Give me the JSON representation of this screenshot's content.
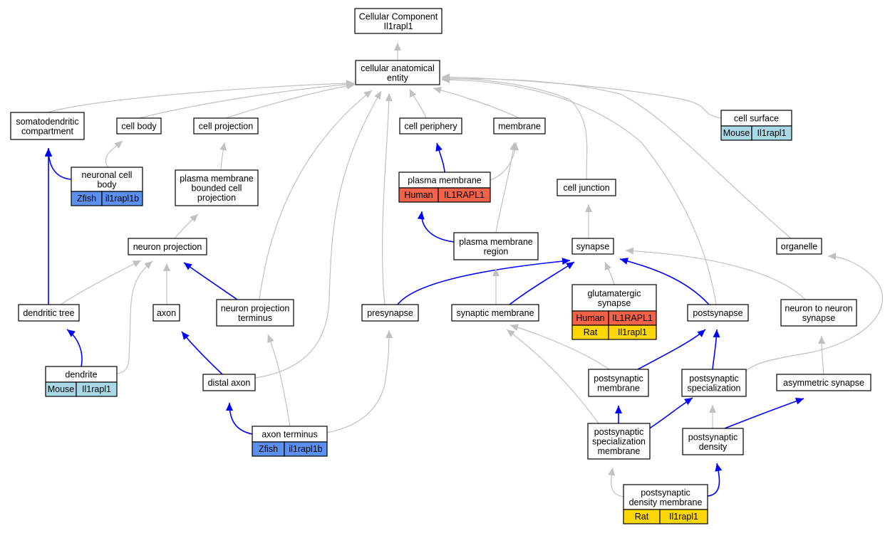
{
  "colors": {
    "edge_gray": "#c0c0c0",
    "edge_blue": "#0000ff",
    "human": "#f4624a",
    "mouse": "#a9d8e6",
    "zfish": "#5b8ff0",
    "rat": "#ffd700"
  },
  "nodes": {
    "cellular_component": {
      "lines": [
        "Cellular Component",
        "Il1rapl1"
      ]
    },
    "cellular_anatomical_entity": {
      "lines": [
        "cellular anatomical",
        "entity"
      ]
    },
    "somatodendritic_compartment": {
      "lines": [
        "somatodendritic",
        "compartment"
      ]
    },
    "cell_body": {
      "lines": [
        "cell body"
      ]
    },
    "cell_projection": {
      "lines": [
        "cell projection"
      ]
    },
    "cell_periphery": {
      "lines": [
        "cell periphery"
      ]
    },
    "membrane": {
      "lines": [
        "membrane"
      ]
    },
    "cell_surface": {
      "lines": [
        "cell surface"
      ],
      "annotations": [
        {
          "species": "Mouse",
          "gene": "Il1rapl1"
        }
      ]
    },
    "neuronal_cell_body": {
      "lines": [
        "neuronal cell",
        "body"
      ],
      "annotations": [
        {
          "species": "Zfish",
          "gene": "il1rapl1b"
        }
      ]
    },
    "plasma_membrane_bounded_cell_projection": {
      "lines": [
        "plasma membrane",
        "bounded cell",
        "projection"
      ]
    },
    "plasma_membrane": {
      "lines": [
        "plasma membrane"
      ],
      "annotations": [
        {
          "species": "Human",
          "gene": "IL1RAPL1"
        }
      ]
    },
    "cell_junction": {
      "lines": [
        "cell junction"
      ]
    },
    "neuron_projection": {
      "lines": [
        "neuron projection"
      ]
    },
    "plasma_membrane_region": {
      "lines": [
        "plasma membrane",
        "region"
      ]
    },
    "synapse": {
      "lines": [
        "synapse"
      ]
    },
    "organelle": {
      "lines": [
        "organelle"
      ]
    },
    "glutamatergic_synapse": {
      "lines": [
        "glutamatergic",
        "synapse"
      ],
      "annotations": [
        {
          "species": "Human",
          "gene": "IL1RAPL1"
        },
        {
          "species": "Rat",
          "gene": "Il1rapl1"
        }
      ]
    },
    "dendritic_tree": {
      "lines": [
        "dendritic tree"
      ]
    },
    "axon": {
      "lines": [
        "axon"
      ]
    },
    "neuron_projection_terminus": {
      "lines": [
        "neuron projection",
        "terminus"
      ]
    },
    "presynapse": {
      "lines": [
        "presynapse"
      ]
    },
    "synaptic_membrane": {
      "lines": [
        "synaptic membrane"
      ]
    },
    "postsynapse": {
      "lines": [
        "postsynapse"
      ]
    },
    "neuron_to_neuron_synapse": {
      "lines": [
        "neuron to neuron",
        "synapse"
      ]
    },
    "dendrite": {
      "lines": [
        "dendrite"
      ],
      "annotations": [
        {
          "species": "Mouse",
          "gene": "Il1rapl1"
        }
      ]
    },
    "distal_axon": {
      "lines": [
        "distal axon"
      ]
    },
    "postsynaptic_membrane": {
      "lines": [
        "postsynaptic",
        "membrane"
      ]
    },
    "postsynaptic_specialization": {
      "lines": [
        "postsynaptic",
        "specialization"
      ]
    },
    "asymmetric_synapse": {
      "lines": [
        "asymmetric synapse"
      ]
    },
    "axon_terminus": {
      "lines": [
        "axon terminus"
      ],
      "annotations": [
        {
          "species": "Zfish",
          "gene": "il1rapl1b"
        }
      ]
    },
    "postsynaptic_specialization_membrane": {
      "lines": [
        "postsynaptic",
        "specialization",
        "membrane"
      ]
    },
    "postsynaptic_density": {
      "lines": [
        "postsynaptic",
        "density"
      ]
    },
    "postsynaptic_density_membrane": {
      "lines": [
        "postsynaptic",
        "density membrane"
      ],
      "annotations": [
        {
          "species": "Rat",
          "gene": "Il1rapl1"
        }
      ]
    }
  },
  "edges": [
    {
      "from": "cellular_anatomical_entity",
      "to": "cellular_component",
      "type": "is_a"
    },
    {
      "from": "somatodendritic_compartment",
      "to": "cellular_anatomical_entity",
      "type": "is_a"
    },
    {
      "from": "cell_body",
      "to": "cellular_anatomical_entity",
      "type": "is_a"
    },
    {
      "from": "cell_projection",
      "to": "cellular_anatomical_entity",
      "type": "is_a"
    },
    {
      "from": "cell_periphery",
      "to": "cellular_anatomical_entity",
      "type": "is_a"
    },
    {
      "from": "membrane",
      "to": "cellular_anatomical_entity",
      "type": "is_a"
    },
    {
      "from": "cell_surface",
      "to": "cellular_anatomical_entity",
      "type": "is_a"
    },
    {
      "from": "neuronal_cell_body",
      "to": "cell_body",
      "type": "is_a"
    },
    {
      "from": "neuronal_cell_body",
      "to": "somatodendritic_compartment",
      "type": "part_of"
    },
    {
      "from": "plasma_membrane_bounded_cell_projection",
      "to": "cell_projection",
      "type": "is_a"
    },
    {
      "from": "plasma_membrane",
      "to": "cell_periphery",
      "type": "part_of"
    },
    {
      "from": "plasma_membrane",
      "to": "membrane",
      "type": "is_a"
    },
    {
      "from": "cell_junction",
      "to": "cellular_anatomical_entity",
      "type": "is_a"
    },
    {
      "from": "neuron_projection",
      "to": "plasma_membrane_bounded_cell_projection",
      "type": "is_a"
    },
    {
      "from": "plasma_membrane_region",
      "to": "plasma_membrane",
      "type": "part_of"
    },
    {
      "from": "plasma_membrane_region",
      "to": "membrane",
      "type": "is_a"
    },
    {
      "from": "synapse",
      "to": "cell_junction",
      "type": "is_a"
    },
    {
      "from": "organelle",
      "to": "cellular_anatomical_entity",
      "type": "is_a"
    },
    {
      "from": "glutamatergic_synapse",
      "to": "synapse",
      "type": "is_a"
    },
    {
      "from": "dendritic_tree",
      "to": "neuron_projection",
      "type": "is_a"
    },
    {
      "from": "dendritic_tree",
      "to": "somatodendritic_compartment",
      "type": "part_of"
    },
    {
      "from": "axon",
      "to": "neuron_projection",
      "type": "is_a"
    },
    {
      "from": "neuron_projection_terminus",
      "to": "neuron_projection",
      "type": "part_of"
    },
    {
      "from": "neuron_projection_terminus",
      "to": "cellular_anatomical_entity",
      "type": "is_a"
    },
    {
      "from": "presynapse",
      "to": "synapse",
      "type": "part_of"
    },
    {
      "from": "presynapse",
      "to": "cellular_anatomical_entity",
      "type": "is_a"
    },
    {
      "from": "synaptic_membrane",
      "to": "synapse",
      "type": "part_of"
    },
    {
      "from": "synaptic_membrane",
      "to": "plasma_membrane_region",
      "type": "is_a"
    },
    {
      "from": "postsynapse",
      "to": "synapse",
      "type": "part_of"
    },
    {
      "from": "postsynapse",
      "to": "cellular_anatomical_entity",
      "type": "is_a"
    },
    {
      "from": "neuron_to_neuron_synapse",
      "to": "synapse",
      "type": "is_a"
    },
    {
      "from": "dendrite",
      "to": "dendritic_tree",
      "type": "part_of"
    },
    {
      "from": "dendrite",
      "to": "neuron_projection",
      "type": "is_a"
    },
    {
      "from": "distal_axon",
      "to": "axon",
      "type": "part_of"
    },
    {
      "from": "distal_axon",
      "to": "cellular_anatomical_entity",
      "type": "is_a"
    },
    {
      "from": "postsynaptic_membrane",
      "to": "postsynapse",
      "type": "part_of"
    },
    {
      "from": "postsynaptic_membrane",
      "to": "synaptic_membrane",
      "type": "is_a"
    },
    {
      "from": "postsynaptic_specialization",
      "to": "postsynapse",
      "type": "part_of"
    },
    {
      "from": "postsynaptic_specialization",
      "to": "organelle",
      "type": "is_a"
    },
    {
      "from": "asymmetric_synapse",
      "to": "neuron_to_neuron_synapse",
      "type": "is_a"
    },
    {
      "from": "axon_terminus",
      "to": "distal_axon",
      "type": "part_of"
    },
    {
      "from": "axon_terminus",
      "to": "neuron_projection_terminus",
      "type": "is_a"
    },
    {
      "from": "axon_terminus",
      "to": "presynapse",
      "type": "is_a"
    },
    {
      "from": "postsynaptic_specialization_membrane",
      "to": "postsynaptic_membrane",
      "type": "part_of"
    },
    {
      "from": "postsynaptic_specialization_membrane",
      "to": "postsynaptic_specialization",
      "type": "part_of"
    },
    {
      "from": "postsynaptic_specialization_membrane",
      "to": "synaptic_membrane",
      "type": "is_a"
    },
    {
      "from": "postsynaptic_density",
      "to": "postsynaptic_specialization",
      "type": "is_a"
    },
    {
      "from": "postsynaptic_density",
      "to": "asymmetric_synapse",
      "type": "part_of"
    },
    {
      "from": "postsynaptic_density_membrane",
      "to": "postsynaptic_specialization_membrane",
      "type": "is_a"
    },
    {
      "from": "postsynaptic_density_membrane",
      "to": "postsynaptic_density",
      "type": "part_of"
    }
  ]
}
